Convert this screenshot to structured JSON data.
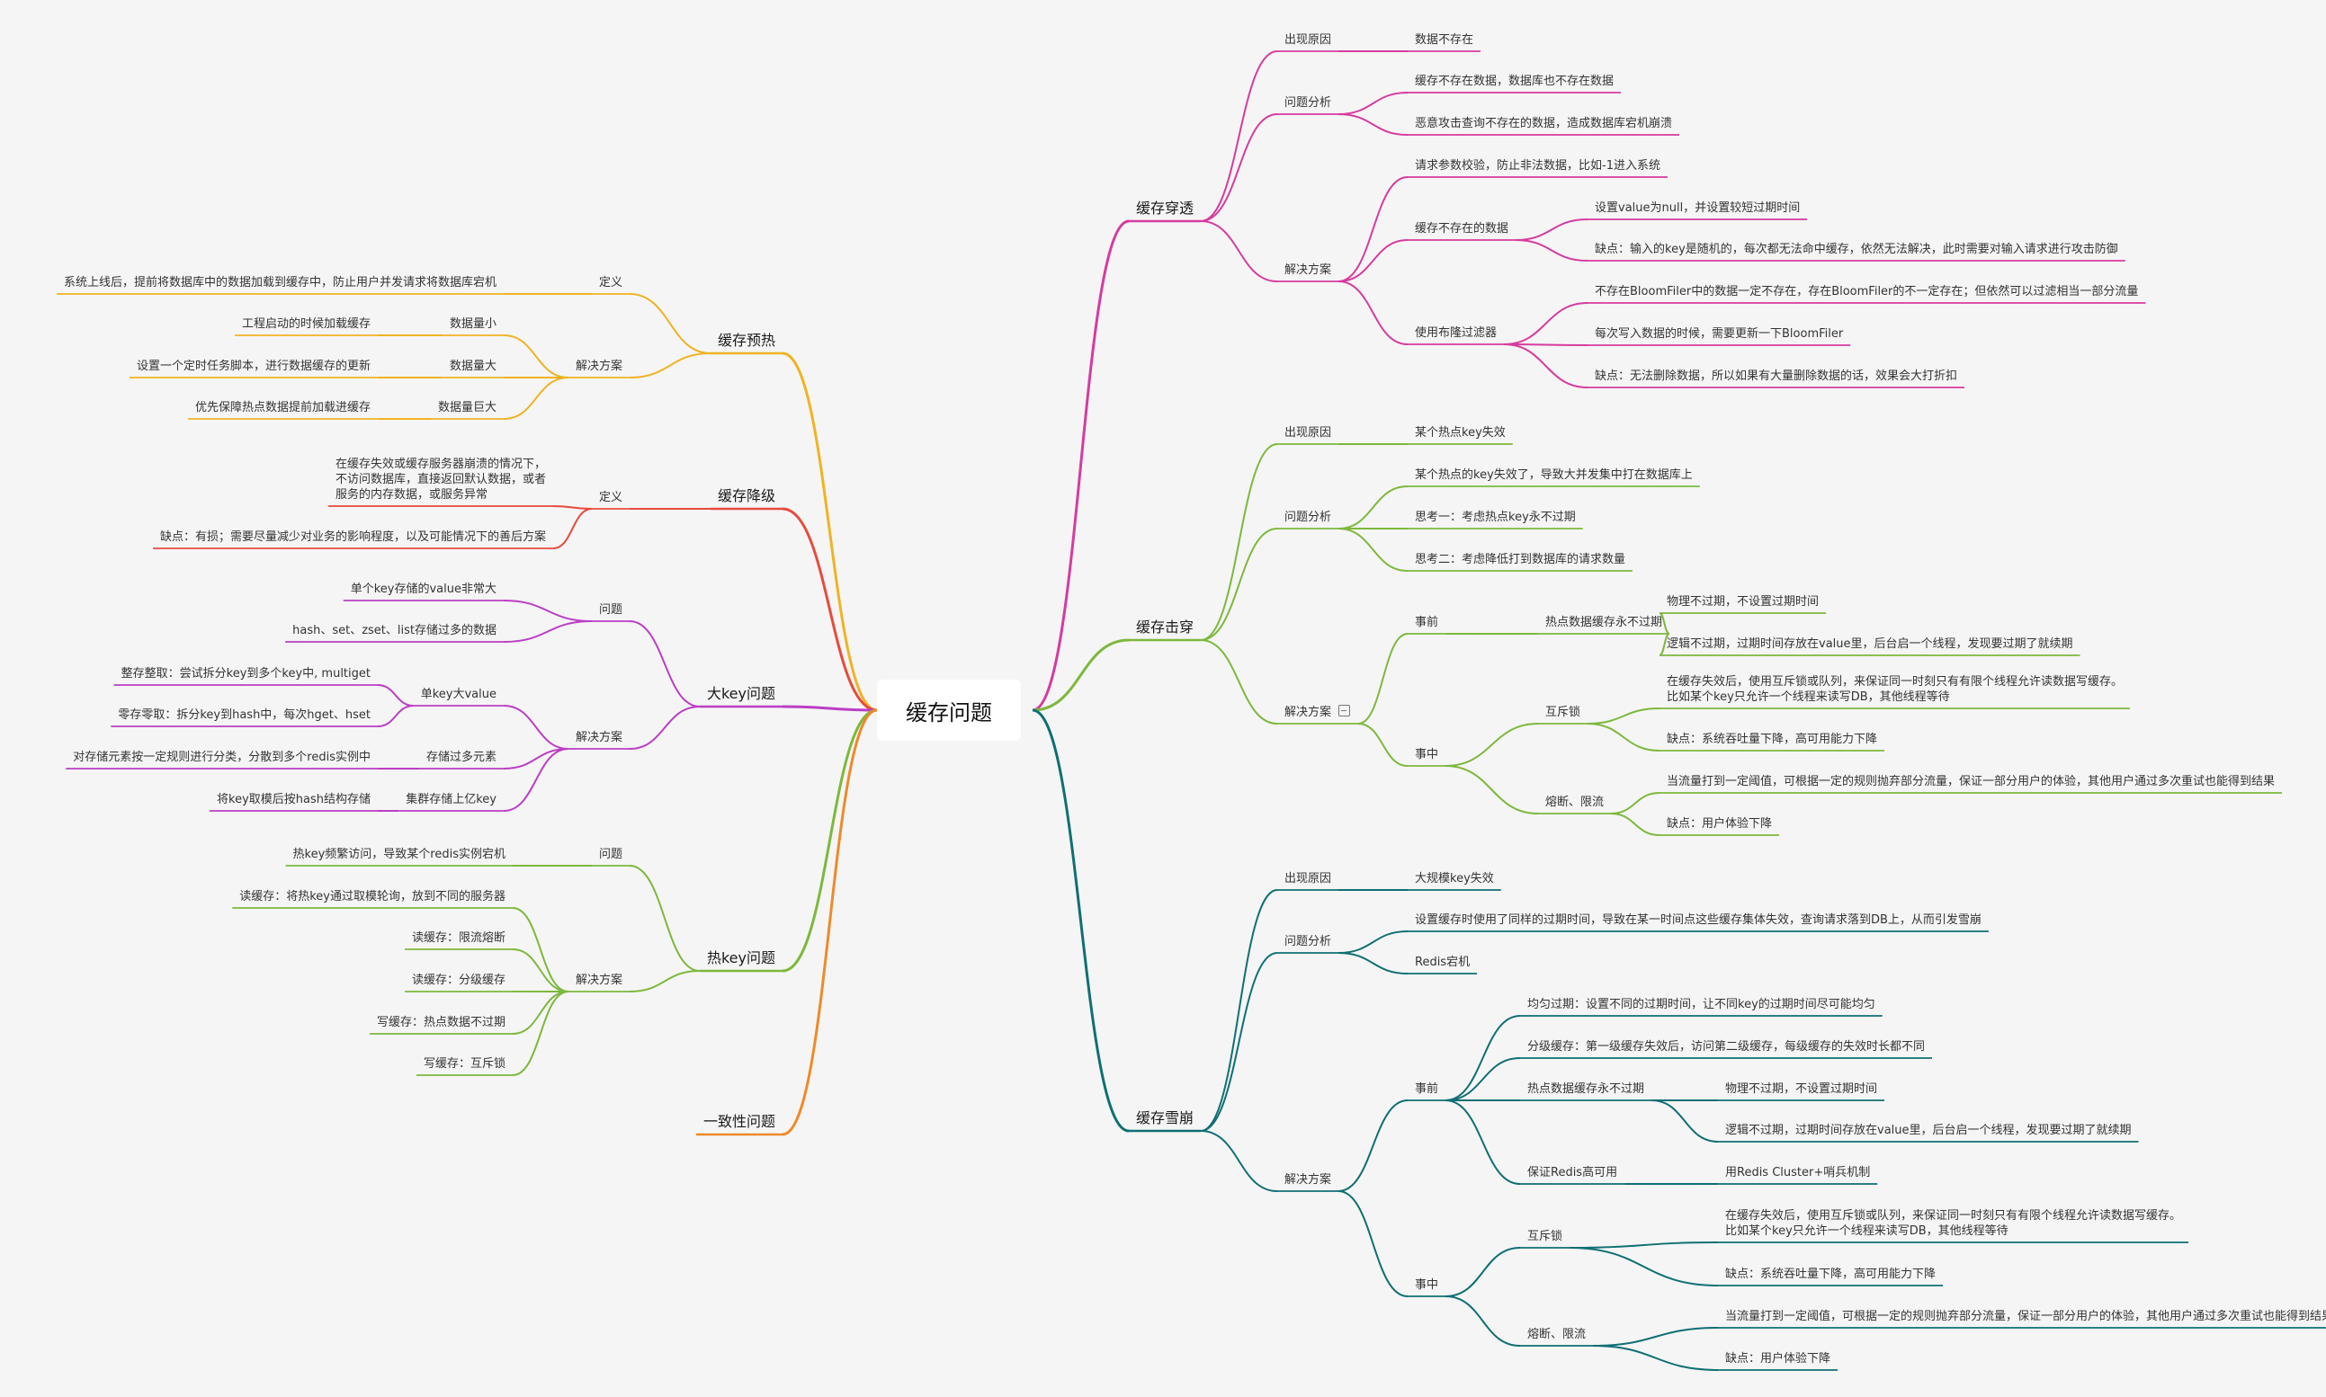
{
  "colors": {
    "penetration": "#d63b9f",
    "breakdown": "#7db83c",
    "avalanche": "#0f6f73",
    "preheat": "#f0b323",
    "degrade": "#e84a3c",
    "bigkey": "#bb3ec4",
    "hotkey": "#7db83c",
    "consistency": "#ee8a2a",
    "background": "#f5f5f5"
  },
  "root": {
    "label": "缓存问题"
  },
  "right": [
    {
      "id": "penetration",
      "label": "缓存穿透",
      "children": [
        {
          "label": "出现原因",
          "children": [
            {
              "label": "数据不存在"
            }
          ]
        },
        {
          "label": "问题分析",
          "children": [
            {
              "label": "缓存不存在数据，数据库也不存在数据"
            },
            {
              "label": "恶意攻击查询不存在的数据，造成数据库宕机崩溃"
            }
          ]
        },
        {
          "label": "解决方案",
          "children": [
            {
              "label": "请求参数校验，防止非法数据，比如-1进入系统"
            },
            {
              "label": "缓存不存在的数据",
              "children": [
                {
                  "label": "设置value为null，并设置较短过期时间"
                },
                {
                  "label": "缺点：输入的key是随机的，每次都无法命中缓存，依然无法解决，此时需要对输入请求进行攻击防御"
                }
              ]
            },
            {
              "label": "使用布隆过滤器",
              "children": [
                {
                  "label": "不存在BloomFiler中的数据一定不存在，存在BloomFiler的不一定存在；但依然可以过滤相当一部分流量"
                },
                {
                  "label": "每次写入数据的时候，需要更新一下BloomFiler"
                },
                {
                  "label": "缺点：无法删除数据，所以如果有大量删除数据的话，效果会大打折扣"
                }
              ]
            }
          ]
        }
      ]
    },
    {
      "id": "breakdown",
      "label": "缓存击穿",
      "children": [
        {
          "label": "出现原因",
          "children": [
            {
              "label": "某个热点key失效"
            }
          ]
        },
        {
          "label": "问题分析",
          "children": [
            {
              "label": "某个热点的key失效了，导致大并发集中打在数据库上"
            },
            {
              "label": "思考一：考虑热点key永不过期"
            },
            {
              "label": "思考二：考虑降低打到数据库的请求数量"
            }
          ]
        },
        {
          "label": "解决方案",
          "icon": "note-icon",
          "children": [
            {
              "label": "事前",
              "children": [
                {
                  "label": "热点数据缓存永不过期",
                  "children": [
                    {
                      "label": "物理不过期，不设置过期时间"
                    },
                    {
                      "label": "逻辑不过期，过期时间存放在value里，后台启一个线程，发现要过期了就续期"
                    }
                  ]
                }
              ]
            },
            {
              "label": "事中",
              "children": [
                {
                  "label": "互斥锁",
                  "children": [
                    {
                      "label": "在缓存失效后，使用互斥锁或队列，来保证同一时刻只有有限个线程允许读数据写缓存。\n比如某个key只允许一个线程来读写DB，其他线程等待"
                    },
                    {
                      "label": "缺点：系统吞吐量下降，高可用能力下降"
                    }
                  ]
                },
                {
                  "label": "熔断、限流",
                  "children": [
                    {
                      "label": "当流量打到一定阈值，可根据一定的规则抛弃部分流量，保证一部分用户的体验，其他用户通过多次重试也能得到结果"
                    },
                    {
                      "label": "缺点：用户体验下降"
                    }
                  ]
                }
              ]
            }
          ]
        }
      ]
    },
    {
      "id": "avalanche",
      "label": "缓存雪崩",
      "children": [
        {
          "label": "出现原因",
          "children": [
            {
              "label": "大规模key失效"
            }
          ]
        },
        {
          "label": "问题分析",
          "children": [
            {
              "label": "设置缓存时使用了同样的过期时间，导致在某一时间点这些缓存集体失效，查询请求落到DB上，从而引发雪崩"
            },
            {
              "label": "Redis宕机"
            }
          ]
        },
        {
          "label": "解决方案",
          "children": [
            {
              "label": "事前",
              "children": [
                {
                  "label": "均匀过期：设置不同的过期时间，让不同key的过期时间尽可能均匀"
                },
                {
                  "label": "分级缓存：第一级缓存失效后，访问第二级缓存，每级缓存的失效时长都不同"
                },
                {
                  "label": "热点数据缓存永不过期",
                  "children": [
                    {
                      "label": "物理不过期，不设置过期时间"
                    },
                    {
                      "label": "逻辑不过期，过期时间存放在value里，后台启一个线程，发现要过期了就续期"
                    }
                  ]
                },
                {
                  "label": "保证Redis高可用",
                  "children": [
                    {
                      "label": "用Redis Cluster+哨兵机制"
                    }
                  ]
                }
              ]
            },
            {
              "label": "事中",
              "children": [
                {
                  "label": "互斥锁",
                  "children": [
                    {
                      "label": "在缓存失效后，使用互斥锁或队列，来保证同一时刻只有有限个线程允许读数据写缓存。\n比如某个key只允许一个线程来读写DB，其他线程等待"
                    },
                    {
                      "label": "缺点：系统吞吐量下降，高可用能力下降"
                    }
                  ]
                },
                {
                  "label": "熔断、限流",
                  "children": [
                    {
                      "label": "当流量打到一定阈值，可根据一定的规则抛弃部分流量，保证一部分用户的体验，其他用户通过多次重试也能得到结果"
                    },
                    {
                      "label": "缺点：用户体验下降"
                    }
                  ]
                }
              ]
            }
          ]
        }
      ]
    }
  ],
  "left": [
    {
      "id": "preheat",
      "label": "缓存预热",
      "children": [
        {
          "label": "定义",
          "children": [
            {
              "label": "系统上线后，提前将数据库中的数据加载到缓存中，防止用户并发请求将数据库宕机"
            }
          ]
        },
        {
          "label": "解决方案",
          "children": [
            {
              "label": "数据量小",
              "children": [
                {
                  "label": "工程启动的时候加载缓存"
                }
              ]
            },
            {
              "label": "数据量大",
              "children": [
                {
                  "label": "设置一个定时任务脚本，进行数据缓存的更新"
                }
              ]
            },
            {
              "label": "数据量巨大",
              "children": [
                {
                  "label": "优先保障热点数据提前加载进缓存"
                }
              ]
            }
          ]
        }
      ]
    },
    {
      "id": "degrade",
      "label": "缓存降级",
      "children": [
        {
          "label": "定义",
          "children": [
            {
              "label": "在缓存失效或缓存服务器崩溃的情况下，\n不访问数据库，直接返回默认数据，或者\n服务的内存数据，或服务异常"
            },
            {
              "label": "缺点：有损；需要尽量减少对业务的影响程度，以及可能情况下的善后方案"
            }
          ]
        }
      ]
    },
    {
      "id": "bigkey",
      "label": "大key问题",
      "children": [
        {
          "label": "问题",
          "children": [
            {
              "label": "单个key存储的value非常大"
            },
            {
              "label": "hash、set、zset、list存储过多的数据"
            }
          ]
        },
        {
          "label": "解决方案",
          "children": [
            {
              "label": "单key大value",
              "children": [
                {
                  "label": "整存整取：尝试拆分key到多个key中, multiget"
                },
                {
                  "label": "零存零取：拆分key到hash中，每次hget、hset"
                }
              ]
            },
            {
              "label": "存储过多元素",
              "children": [
                {
                  "label": "对存储元素按一定规则进行分类，分散到多个redis实例中"
                }
              ]
            },
            {
              "label": "集群存储上亿key",
              "children": [
                {
                  "label": "将key取模后按hash结构存储"
                }
              ]
            }
          ]
        }
      ]
    },
    {
      "id": "hotkey",
      "label": "热key问题",
      "children": [
        {
          "label": "问题",
          "children": [
            {
              "label": "热key频繁访问，导致某个redis实例宕机"
            }
          ]
        },
        {
          "label": "解决方案",
          "children": [
            {
              "label": "读缓存：将热key通过取模轮询，放到不同的服务器"
            },
            {
              "label": "读缓存：限流熔断"
            },
            {
              "label": "读缓存：分级缓存"
            },
            {
              "label": "写缓存：热点数据不过期"
            },
            {
              "label": "写缓存：互斥锁"
            }
          ]
        }
      ]
    },
    {
      "id": "consistency",
      "label": "一致性问题",
      "children": []
    }
  ]
}
